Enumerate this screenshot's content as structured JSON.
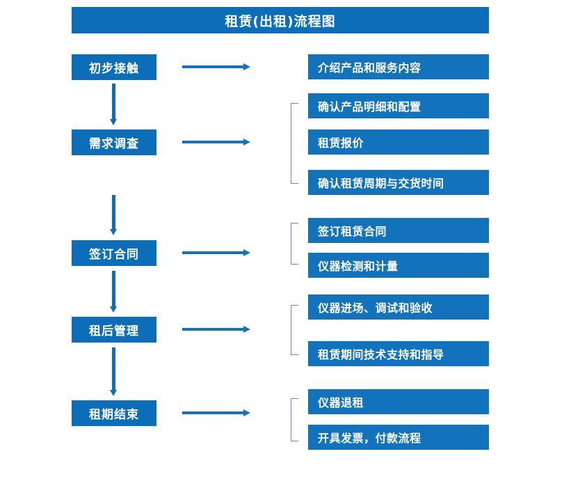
{
  "page": {
    "title": "租赁(出租)流程图",
    "accent_color": "#0C6EB8",
    "detail_color": "#1272BC",
    "bracket_color": "#5B8FC9",
    "background_color": "#FFFFFF"
  },
  "stages": [
    {
      "label": "初步接触"
    },
    {
      "label": "需求调查"
    },
    {
      "label": "签订合同"
    },
    {
      "label": "租后管理"
    },
    {
      "label": "租期结束"
    }
  ],
  "details": [
    {
      "label": "介绍产品和服务内容"
    },
    {
      "label": "确认产品明细和配置"
    },
    {
      "label": "租赁报价"
    },
    {
      "label": "确认租赁周期与交货时间"
    },
    {
      "label": "签订租赁合同"
    },
    {
      "label": "仪器检测和计量"
    },
    {
      "label": "仪器进场、调试和验收"
    },
    {
      "label": "租赁期间技术支持和指导"
    },
    {
      "label": "仪器退租"
    },
    {
      "label": "开具发票，付款流程"
    }
  ],
  "flow": {
    "stage_to_detail_arrows": 5,
    "stage_to_stage_arrows": 4,
    "brackets": 4
  }
}
